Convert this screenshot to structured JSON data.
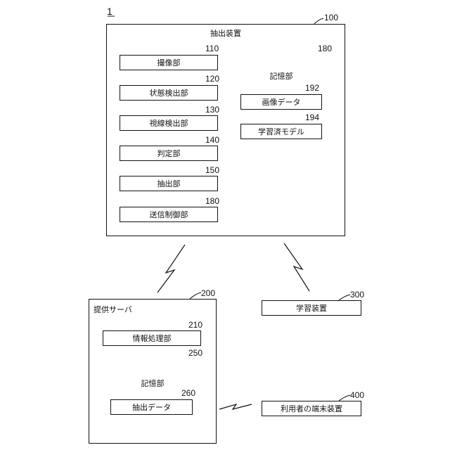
{
  "system_ref": "1",
  "extraction_device": {
    "ref": "100",
    "title": "抽出装置",
    "modules": [
      {
        "label": "撮像部",
        "ref": "110"
      },
      {
        "label": "状態検出部",
        "ref": "120"
      },
      {
        "label": "視線検出部",
        "ref": "130"
      },
      {
        "label": "判定部",
        "ref": "140"
      },
      {
        "label": "抽出部",
        "ref": "150"
      },
      {
        "label": "送信制御部",
        "ref": "180"
      }
    ],
    "storage": {
      "ref": "180",
      "title": "記憶部",
      "items": [
        {
          "label": "画像データ",
          "ref": "192"
        },
        {
          "label": "学習済モデル",
          "ref": "194"
        }
      ]
    }
  },
  "provision_server": {
    "ref": "200",
    "title": "提供サーバ",
    "modules": [
      {
        "label": "情報処理部",
        "ref": "210"
      }
    ],
    "storage": {
      "ref": "250",
      "title": "記憶部",
      "items": [
        {
          "label": "抽出データ",
          "ref": "260"
        }
      ]
    }
  },
  "learning_device": {
    "label": "学習装置",
    "ref": "300"
  },
  "user_terminal": {
    "label": "利用者の端末装置",
    "ref": "400"
  }
}
